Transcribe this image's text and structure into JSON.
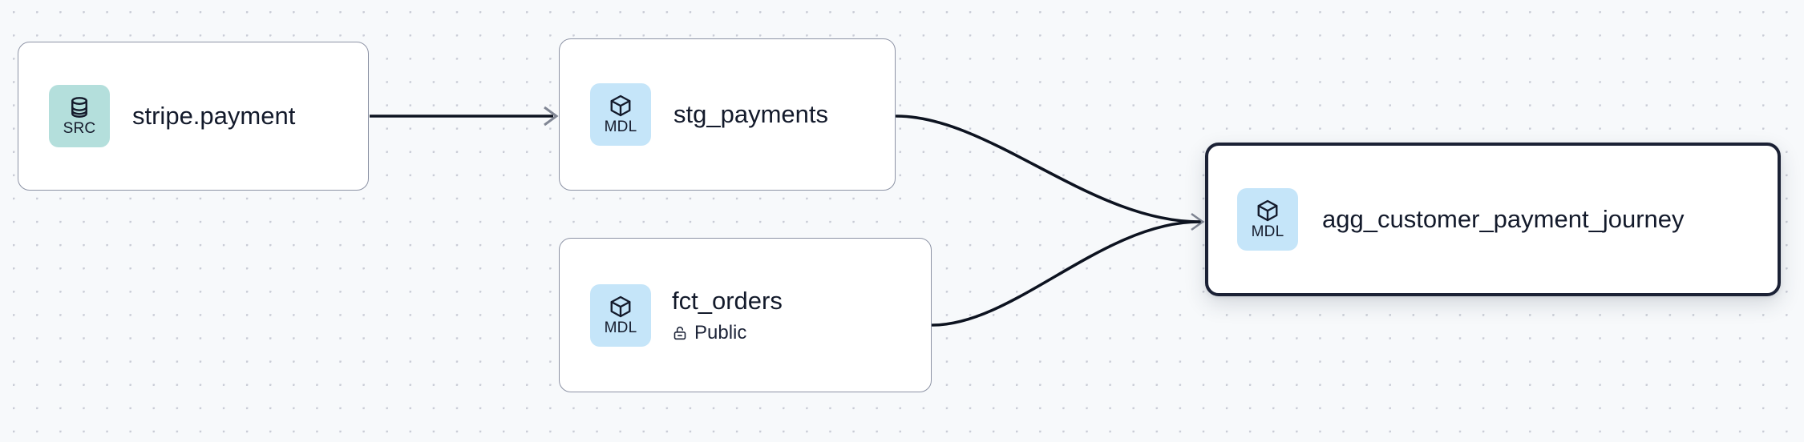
{
  "canvas": {
    "background_color": "#f7f9fb",
    "dot_color": "#c9ccd6",
    "edge_color": "#0d1320",
    "arrow_color": "#6b7280",
    "selected_border_color": "#1b2135",
    "node_border_color": "#8d93a5"
  },
  "nodes": [
    {
      "id": "source-stripe-payment",
      "title": "stripe.payment",
      "badge_label": "SRC",
      "badge_icon": "database-icon",
      "badge_color": "#b4dfdc",
      "subtitle": null,
      "subtitle_icon": null,
      "selected": false
    },
    {
      "id": "model-stg-payments",
      "title": "stg_payments",
      "badge_label": "MDL",
      "badge_icon": "cube-icon",
      "badge_color": "#c5e5f9",
      "subtitle": null,
      "subtitle_icon": null,
      "selected": false
    },
    {
      "id": "model-fct-orders",
      "title": "fct_orders",
      "badge_label": "MDL",
      "badge_icon": "cube-icon",
      "badge_color": "#c5e5f9",
      "subtitle": "Public",
      "subtitle_icon": "unlock-icon",
      "selected": false
    },
    {
      "id": "model-agg-customer-payment-journey",
      "title": "agg_customer_payment_journey",
      "badge_label": "MDL",
      "badge_icon": "cube-icon",
      "badge_color": "#c5e5f9",
      "subtitle": null,
      "subtitle_icon": null,
      "selected": true
    }
  ],
  "edges": [
    {
      "id": "edge-source-to-stg",
      "from": "source-stripe-payment",
      "to": "model-stg-payments",
      "style": "straight",
      "arrow": true
    },
    {
      "id": "edge-stg-to-agg",
      "from": "model-stg-payments",
      "to": "model-agg-customer-payment-journey",
      "style": "bezier",
      "arrow": true
    },
    {
      "id": "edge-fct-to-agg",
      "from": "model-fct-orders",
      "to": "model-agg-customer-payment-journey",
      "style": "bezier",
      "arrow": true
    }
  ]
}
